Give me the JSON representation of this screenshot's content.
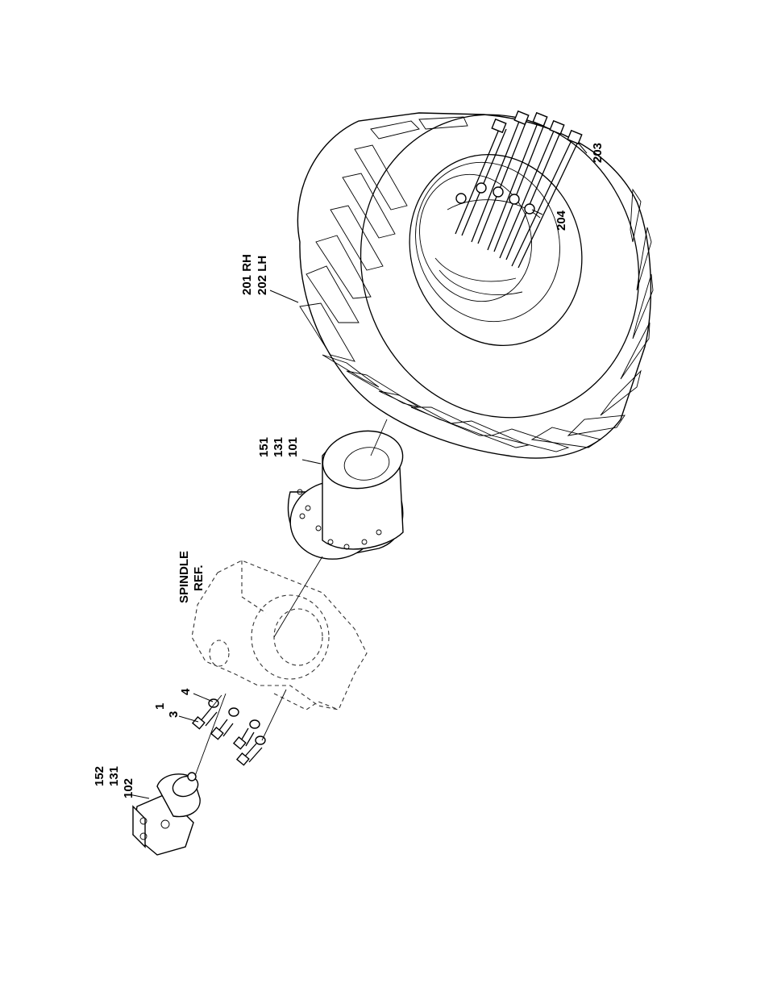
{
  "callouts": {
    "motor": [
      "152",
      "131",
      "102"
    ],
    "bolt_group": [
      "1",
      "3"
    ],
    "washer": "4",
    "spindle": [
      "SPINDLE",
      "REF."
    ],
    "hub": [
      "151",
      "131",
      "101"
    ],
    "tire": [
      "201 RH",
      "202 LH"
    ],
    "lug_washer": "204",
    "lug_bolt": "203"
  }
}
